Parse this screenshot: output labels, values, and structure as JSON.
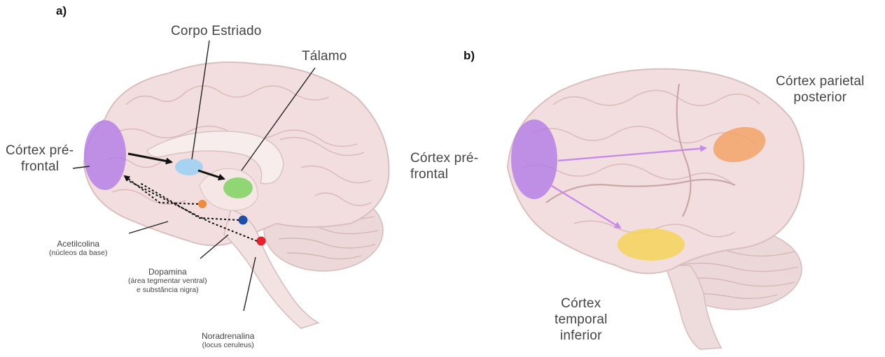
{
  "panels": [
    {
      "tag": "a)",
      "regions": {
        "corpo_estriado": "Corpo Estriado",
        "talamo": "Tálamo",
        "cortex_pre_frontal": [
          "Córtex pré-",
          "frontal"
        ]
      },
      "neurotransmitters": {
        "acetilcolina": {
          "name": "Acetilcolina",
          "source": "(núcleos da base)",
          "color": "#f08a3c"
        },
        "dopamina": {
          "name": "Dopamina",
          "source": [
            "(área tegmentar ventral)",
            "e substância nigra)"
          ],
          "color": "#1e4fa8"
        },
        "noradrenalina": {
          "name": "Noradrenalina",
          "source": "(locus ceruleus)",
          "color": "#e8202a"
        }
      },
      "colors": {
        "prefrontal": "#b27be6",
        "striatum": "#9fd0f2",
        "thalamus": "#86d468"
      }
    },
    {
      "tag": "b)",
      "regions": {
        "cortex_pre_frontal": [
          "Córtex pré-",
          "frontal"
        ],
        "cortex_parietal_posterior": [
          "Córtex parietal",
          "posterior"
        ],
        "cortex_temporal_inferior": [
          "Córtex",
          "temporal",
          "inferior"
        ]
      },
      "colors": {
        "prefrontal": "#b27be6",
        "parietal": "#f2a468",
        "temporal": "#f5d45a",
        "arrow": "#c88ce8"
      }
    }
  ]
}
